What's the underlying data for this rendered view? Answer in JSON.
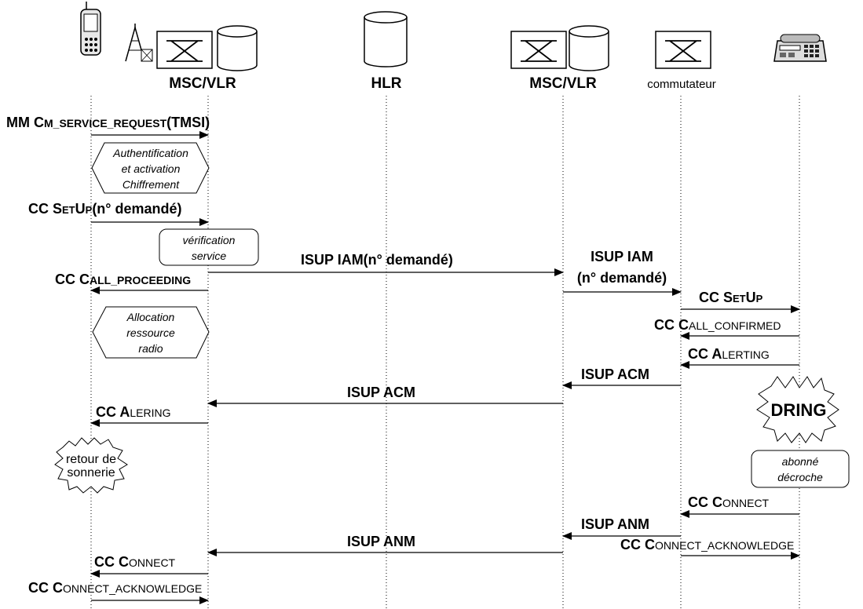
{
  "entities": {
    "msc_vlr_1": "MSC/VLR",
    "hlr": "HLR",
    "msc_vlr_2": "MSC/VLR",
    "switch": "commutateur"
  },
  "messages": {
    "m1_a": "MM C",
    "m1_b": "M_S",
    "m1_c": "ERVICE_R",
    "m1_d": "EQUEST",
    "m1_e": "(TMSI)",
    "m2_a": "CC S",
    "m2_b": "ET",
    "m2_c": "U",
    "m2_d": "P",
    "m2_e": "(n° demandé)",
    "m3": "ISUP IAM(n° demandé)",
    "m4_line1": "ISUP IAM",
    "m4_line2": "(n° demandé)",
    "m5_a": "CC C",
    "m5_b": "ALL_P",
    "m5_c": "ROCEEDING",
    "m6_a": "CC S",
    "m6_b": "ET",
    "m6_c": "U",
    "m6_d": "P",
    "m7_a": "CC C",
    "m7_b": "ALL_C",
    "m7_c": "ONFIRMED",
    "m8_a": "CC A",
    "m8_b": "LERTING",
    "m9": "ISUP ACM",
    "m10": "ISUP ACM",
    "m11_a": "CC A",
    "m11_b": "LERING",
    "m12_a": "CC C",
    "m12_b": "ONNECT",
    "m13": "ISUP ANM",
    "m14_a": "CC C",
    "m14_b": "ONNECT_A",
    "m14_c": "CKNOWLEDGE",
    "m15": "ISUP ANM",
    "m16_a": "CC C",
    "m16_b": "ONNECT",
    "m17_a": "CC C",
    "m17_b": "ONNECT_A",
    "m17_c": "CKNOWLEDGE"
  },
  "notes": {
    "auth_1": "Authentification",
    "auth_2": "et activation",
    "auth_3": "Chiffrement",
    "verif_1": "vérification",
    "verif_2": "service",
    "alloc_1": "Allocation",
    "alloc_2": "ressource",
    "alloc_3": "radio",
    "dring": "DRING",
    "retour_1": "retour de",
    "retour_2": "sonnerie",
    "abonne_1": "abonné",
    "abonne_2": "décroche"
  },
  "icons": [
    "mobile-phone-icon",
    "antenna-icon",
    "switch-icon",
    "database-icon",
    "desk-phone-icon"
  ]
}
